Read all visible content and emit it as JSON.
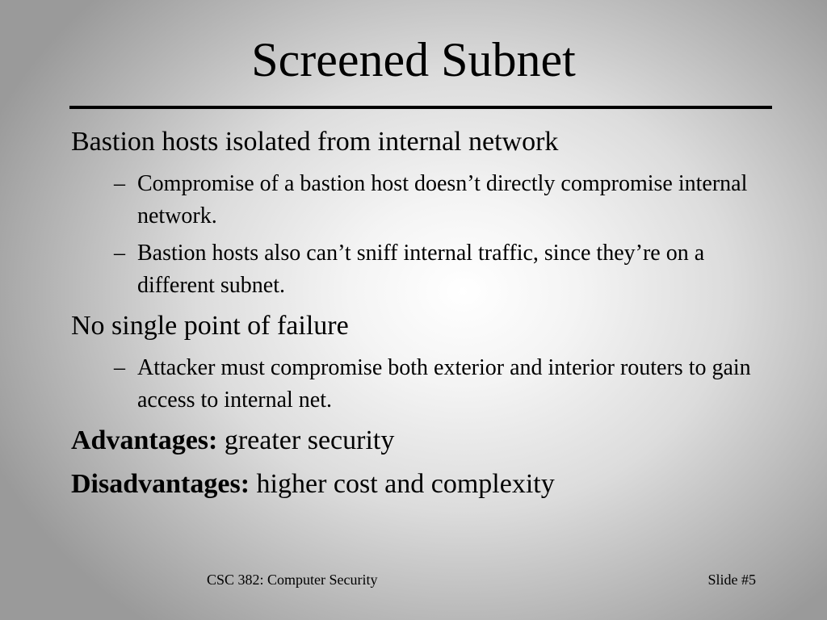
{
  "slide": {
    "title": "Screened Subnet",
    "bullets": [
      {
        "text": "Bastion hosts isolated from internal network",
        "sub": [
          "Compromise of a bastion host doesn’t directly compromise internal network.",
          "Bastion hosts also can’t sniff internal traffic, since they’re on a different subnet."
        ]
      },
      {
        "text": "No single point of failure",
        "sub": [
          "Attacker must compromise both exterior and interior routers to gain access to internal net."
        ]
      }
    ],
    "advantages": {
      "label": "Advantages:",
      "text": " greater security"
    },
    "disadvantages": {
      "label": "Disadvantages:",
      "text": " higher cost and complexity"
    },
    "dash_glyph": "–"
  },
  "footer": {
    "course": "CSC 382: Computer Security",
    "slide_number": "Slide #5"
  }
}
